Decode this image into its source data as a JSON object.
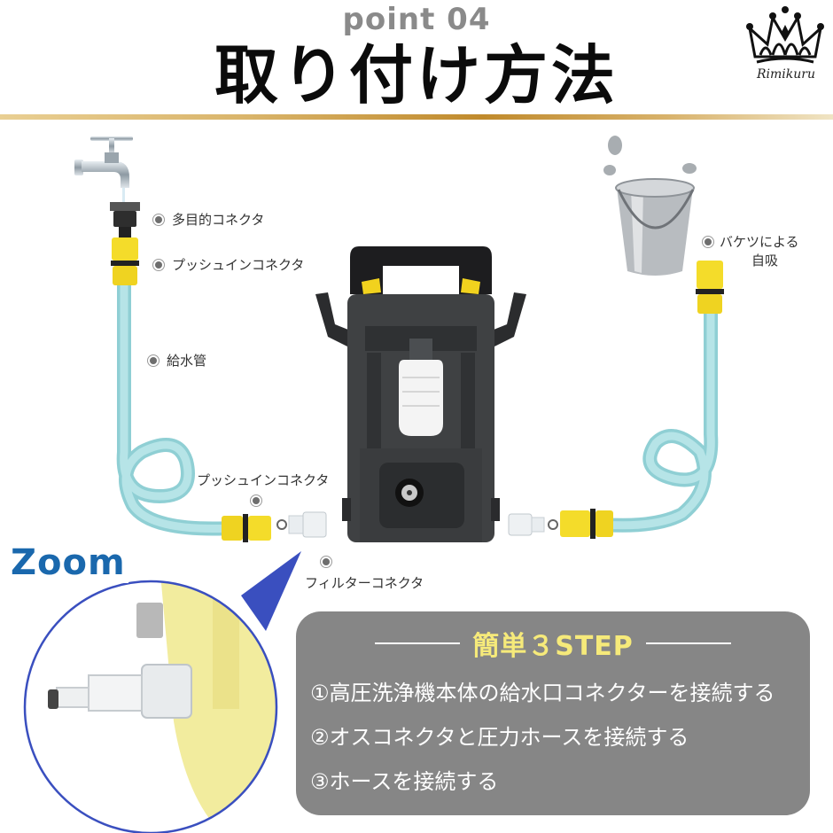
{
  "header": {
    "point_label": "point 04",
    "title": "取り付け方法",
    "brand": "Rimikuru",
    "rule_colors": [
      "#e9cf93",
      "#c08a2c",
      "#f0e4c4"
    ]
  },
  "diagram": {
    "labels": {
      "multi_connector": "多目的コネクタ",
      "push_in_top": "プッシュインコネクタ",
      "supply_hose": "給水管",
      "push_in_bottom": "プッシュインコネクタ",
      "filter_connector": "フィルターコネクタ",
      "bucket_line1": "バケツによる",
      "bucket_line2": "自吸"
    },
    "colors": {
      "hose": "#a9dde0",
      "connector_yellow": "#f4dc2a",
      "machine_body": "#3f4143",
      "zoom_circle": "#3a4fbf"
    }
  },
  "zoom_inset": {
    "label": "Zoom",
    "label_color": "#1a68ad"
  },
  "steps": {
    "title": "簡単３STEP",
    "title_color": "#f6ea7a",
    "box_color": "#868686",
    "items": [
      "①高圧洗浄機本体の給水口コネクターを接続する",
      "②オスコネクタと圧力ホースを接続する",
      "③ホースを接続する"
    ]
  }
}
